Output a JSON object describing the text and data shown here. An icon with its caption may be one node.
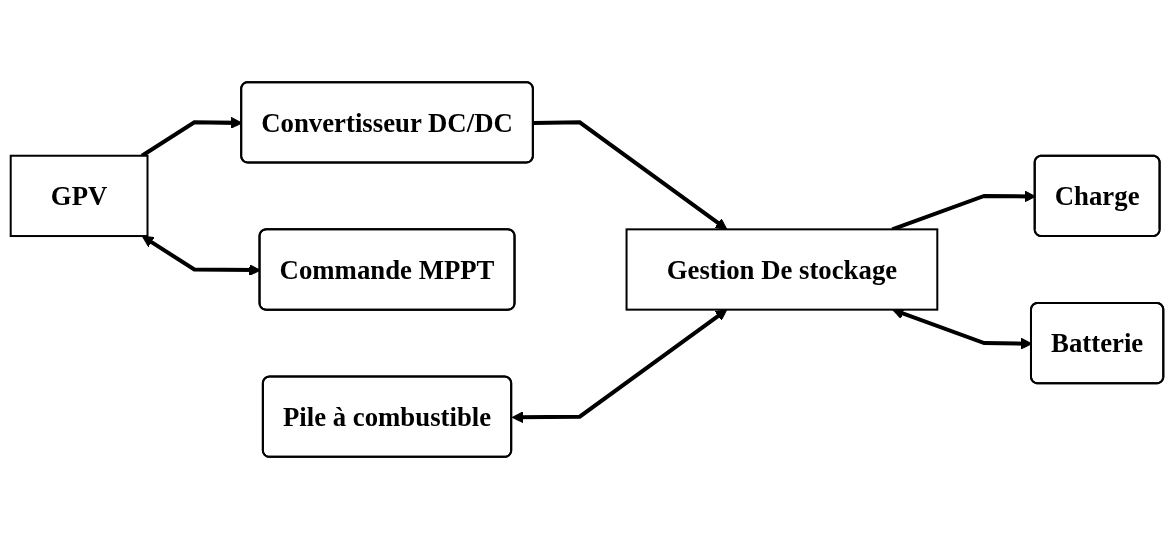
{
  "diagram": {
    "nodes": [
      {
        "text": [
          "GPV"
        ]
      },
      {
        "text": [
          "Convertisseur DC/DC"
        ]
      },
      {
        "text": [
          "Commande MPPT"
        ]
      },
      {
        "text": [
          "Pile à combustible"
        ]
      },
      {
        "text": [
          "Gestion De stockage"
        ]
      },
      {
        "text": [
          "Charge"
        ]
      },
      {
        "text": [
          "Batterie"
        ]
      }
    ],
    "edges": [
      {
        "from": 0,
        "to": 1,
        "arrow": "to"
      },
      {
        "from": 0,
        "to": 2,
        "arrow": "both"
      },
      {
        "from": 1,
        "to": 4,
        "arrow": "to"
      },
      {
        "from": 3,
        "to": 4,
        "arrow": "both"
      },
      {
        "from": 4,
        "to": 5,
        "arrow": "to"
      },
      {
        "from": 4,
        "to": 6,
        "arrow": "both"
      }
    ]
  }
}
